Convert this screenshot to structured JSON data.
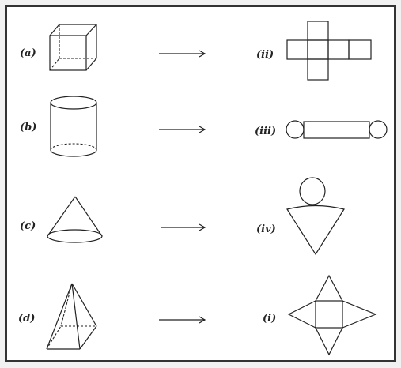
{
  "rows": [
    {
      "solid_label": "(a)",
      "net_label": "(ii)",
      "solid_icon": "cube-icon",
      "net_icon": "cube-net-icon"
    },
    {
      "solid_label": "(b)",
      "net_label": "(iii)",
      "solid_icon": "cylinder-icon",
      "net_icon": "cylinder-net-icon"
    },
    {
      "solid_label": "(c)",
      "net_label": "(iv)",
      "solid_icon": "cone-icon",
      "net_icon": "cone-net-icon"
    },
    {
      "solid_label": "(d)",
      "net_label": "(i)",
      "solid_icon": "pyramid-icon",
      "net_icon": "pyramid-net-icon"
    }
  ]
}
